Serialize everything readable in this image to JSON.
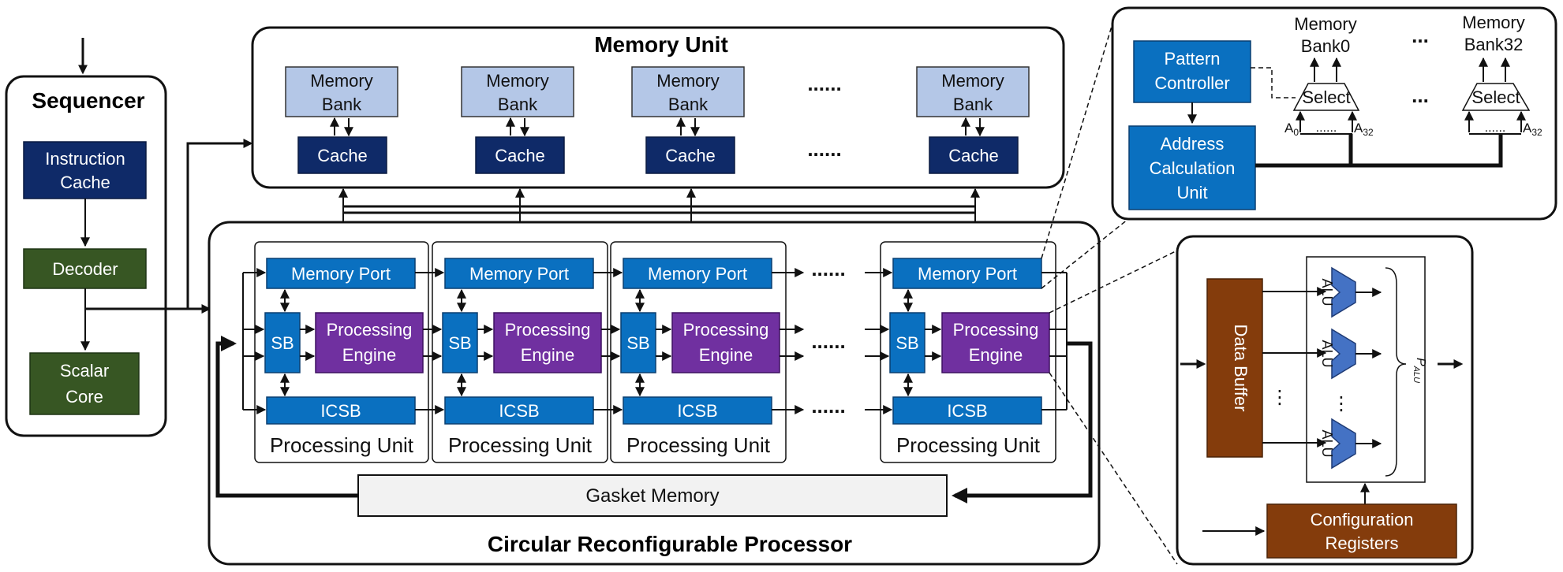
{
  "sequencer": {
    "title": "Sequencer",
    "instruction_cache": [
      "Instruction",
      "Cache"
    ],
    "decoder": "Decoder",
    "scalar_core": [
      "Scalar",
      "Core"
    ]
  },
  "memory_unit": {
    "title": "Memory Unit",
    "bank_label": [
      "Memory",
      "Bank"
    ],
    "cache_label": "Cache",
    "ellipsis": "......"
  },
  "processor": {
    "title": "Circular Reconfigurable Processor",
    "memory_port": "Memory Port",
    "sb": "SB",
    "processing_engine": [
      "Processing",
      "Engine"
    ],
    "icsb": "ICSB",
    "processing_unit": "Processing Unit",
    "gasket_memory": "Gasket Memory",
    "ellipsis": "......"
  },
  "memory_port_detail": {
    "pattern_controller": [
      "Pattern",
      "Controller"
    ],
    "address_calc": [
      "Address",
      "Calculation",
      "Unit"
    ],
    "bank0": [
      "Memory",
      "Bank0"
    ],
    "bank32": [
      "Memory",
      "Bank32"
    ],
    "select": "Select",
    "a0": "A",
    "a0_sub": "0",
    "a32": "A",
    "a32_sub": "32",
    "mid_dots": "......",
    "ellipsis": "..."
  },
  "pe_detail": {
    "data_buffer": "Data  Buffer",
    "alu": "ALU",
    "p_alu": "P",
    "p_alu_sub": "ALU",
    "config_regs": [
      "Configuration",
      "Registers"
    ],
    "vdots": "⋮"
  }
}
